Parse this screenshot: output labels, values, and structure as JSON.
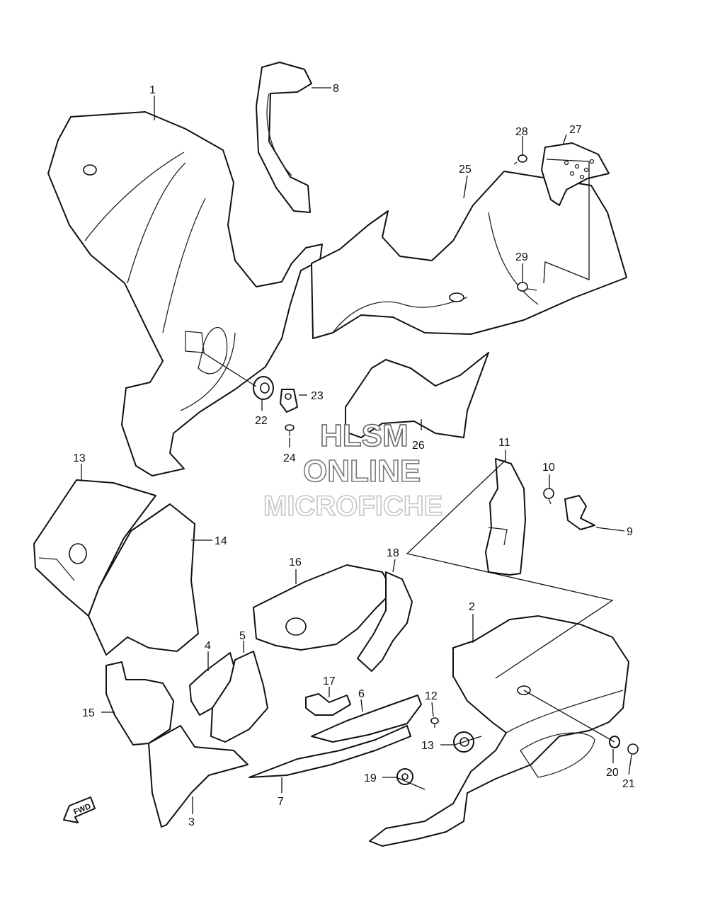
{
  "watermark": {
    "line1": "HLSM",
    "line2": "ONLINE",
    "line3": "MICROFICHE"
  },
  "fwd_label": "FWD",
  "callouts": [
    "1",
    "2",
    "3",
    "4",
    "5",
    "6",
    "7",
    "8",
    "9",
    "10",
    "11",
    "12",
    "13",
    "13",
    "14",
    "15",
    "16",
    "17",
    "18",
    "19",
    "20",
    "21",
    "22",
    "23",
    "24",
    "25",
    "26",
    "27",
    "28",
    "29"
  ]
}
